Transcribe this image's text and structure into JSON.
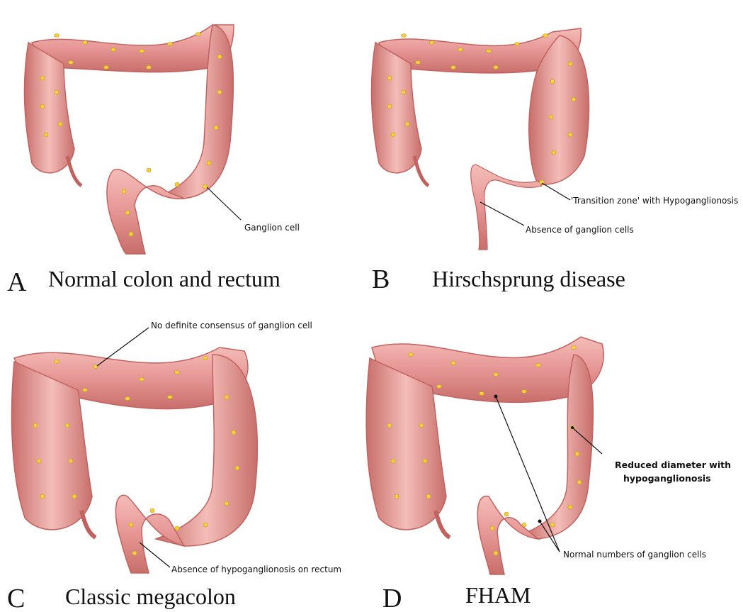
{
  "panels": [
    {
      "letter": "A",
      "title": "Normal colon and rectum",
      "callouts": [
        "Ganglion cell"
      ]
    },
    {
      "letter": "B",
      "title": "Hirschsprung disease",
      "callouts": [
        "'Transition zone' with Hypoganglionosis",
        "Absence of ganglion cells"
      ]
    },
    {
      "letter": "C",
      "title": "Classic megacolon",
      "callouts": [
        "No definite consensus of ganglion cell",
        "Absence of hypoganglionosis on rectum"
      ]
    },
    {
      "letter": "D",
      "title": "FHAM",
      "callouts": [
        "Reduced diameter with",
        "hypoganglionosis",
        "Normal numbers of ganglion cells"
      ]
    }
  ],
  "colors": {
    "colon_fill": "#e89a98",
    "colon_highlight": "#f6c6c2",
    "colon_shadow": "#c2625f",
    "ganglion": "#f2d23a",
    "nerve_line": "#b88a48"
  }
}
